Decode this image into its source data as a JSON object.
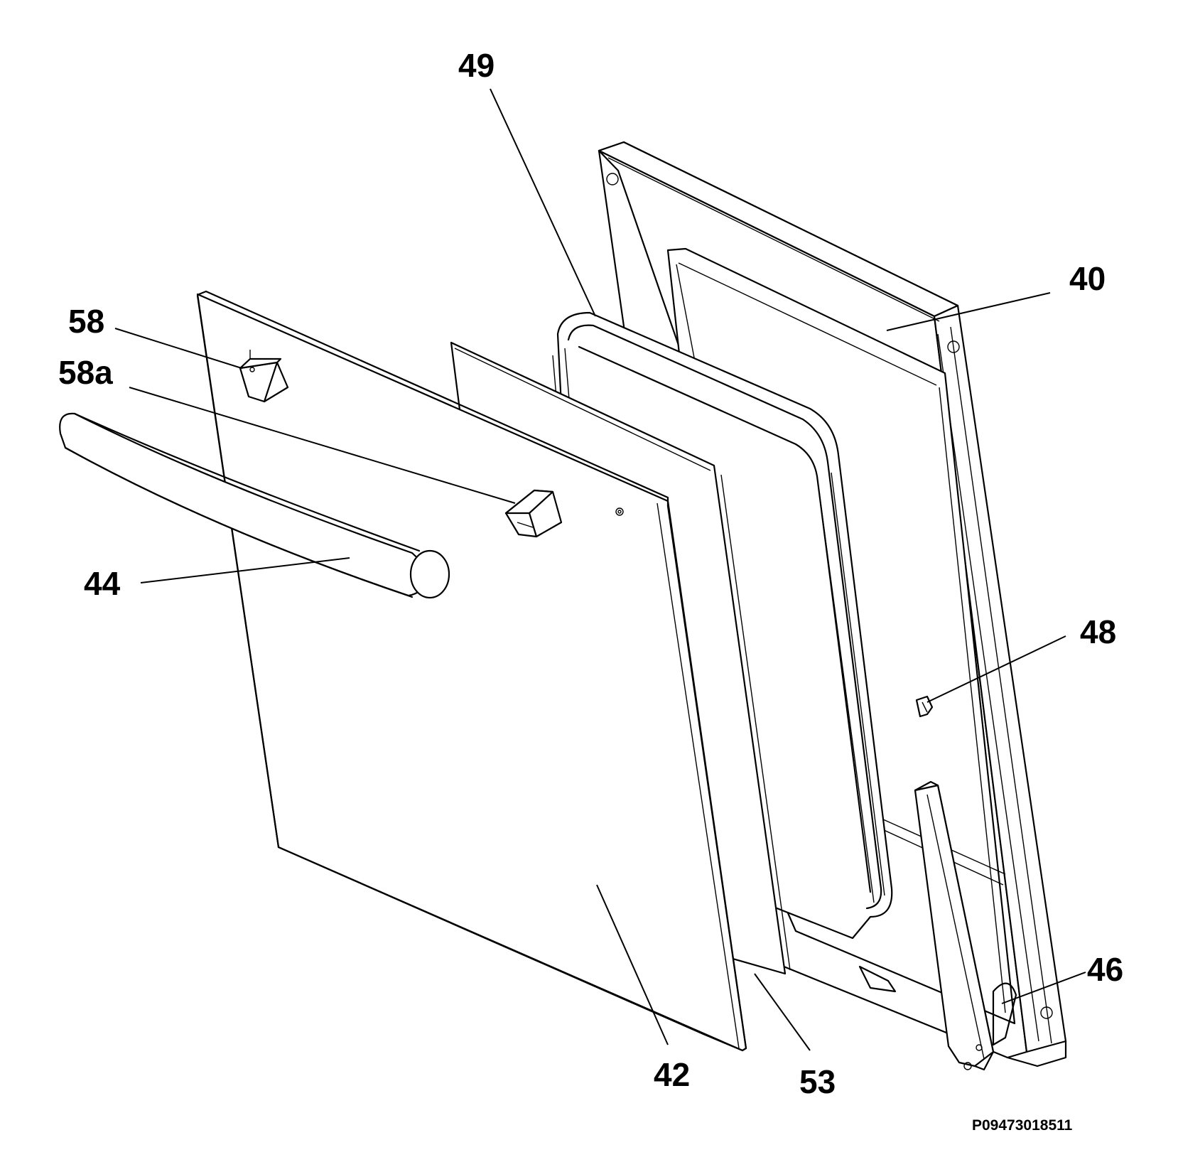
{
  "diagram": {
    "type": "exploded-parts-view",
    "callouts": [
      {
        "id": "49",
        "label": "49"
      },
      {
        "id": "40",
        "label": "40"
      },
      {
        "id": "58",
        "label": "58"
      },
      {
        "id": "58a",
        "label": "58a"
      },
      {
        "id": "44",
        "label": "44"
      },
      {
        "id": "48",
        "label": "48"
      },
      {
        "id": "46",
        "label": "46"
      },
      {
        "id": "42",
        "label": "42"
      },
      {
        "id": "53",
        "label": "53"
      }
    ],
    "drawing_code": "P09473018511",
    "colors": {
      "line": "#000000",
      "background": "#ffffff"
    }
  }
}
